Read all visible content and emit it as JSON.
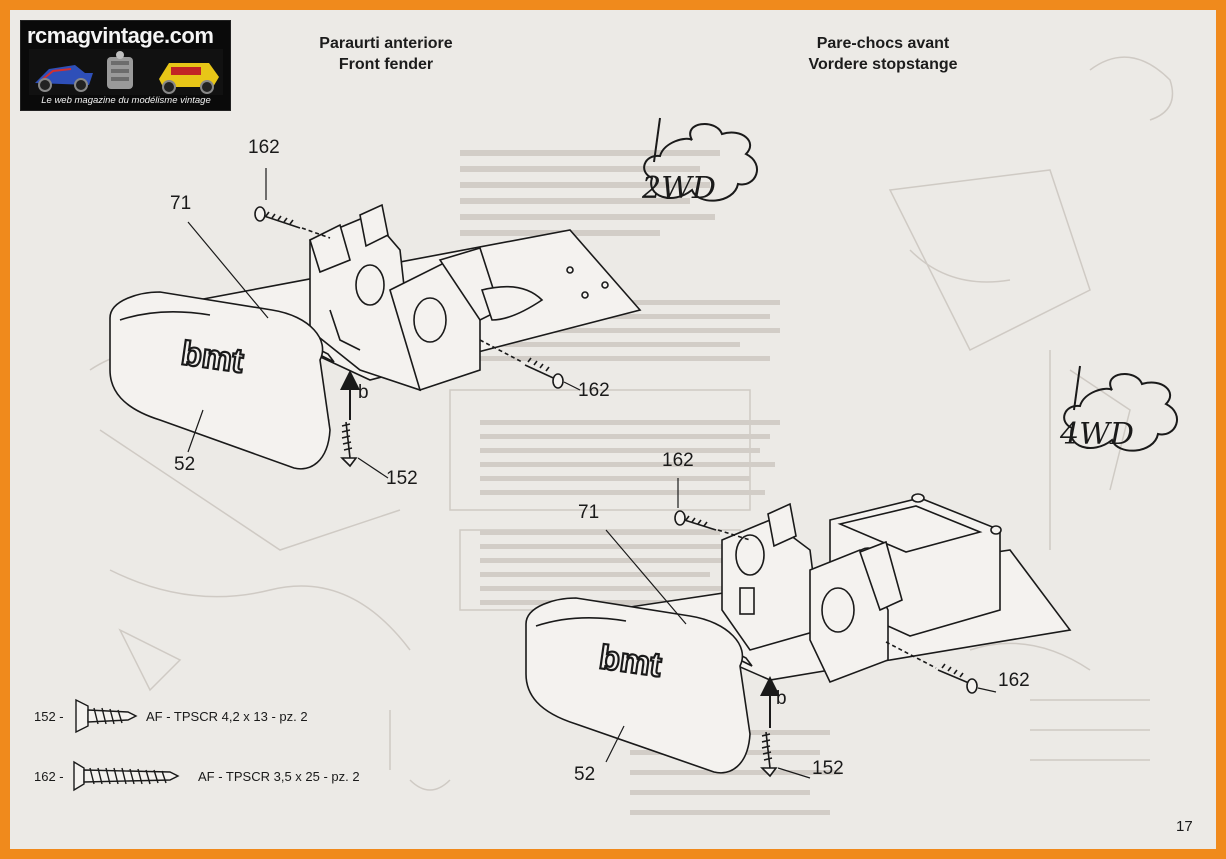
{
  "logo": {
    "title": "rcmagvintage.com",
    "tagline": "Le web magazine du modélisme vintage"
  },
  "header_it_en": {
    "line1": "Paraurti anteriore",
    "line2": "Front fender"
  },
  "header_fr_de": {
    "line1": "Pare-chocs avant",
    "line2": "Vordere stopstange"
  },
  "badges": {
    "two_wd": "2WD",
    "four_wd": "4WD"
  },
  "labels_2wd": {
    "p162_top": "162",
    "p71": "71",
    "p52": "52",
    "p162_right": "162",
    "p152": "152",
    "arrow_b": "b"
  },
  "labels_4wd": {
    "p162_top": "162",
    "p71": "71",
    "p52": "52",
    "p162_right": "162",
    "p152": "152",
    "arrow_b": "b"
  },
  "bumper_logo_text": "bmt",
  "legend": [
    {
      "num": "152 -",
      "desc": "AF - TPSCR 4,2 x 13 - pz. 2"
    },
    {
      "num": "162 -",
      "desc": "AF - TPSCR 3,5 x 25 - pz. 2"
    }
  ],
  "page_number": "17"
}
